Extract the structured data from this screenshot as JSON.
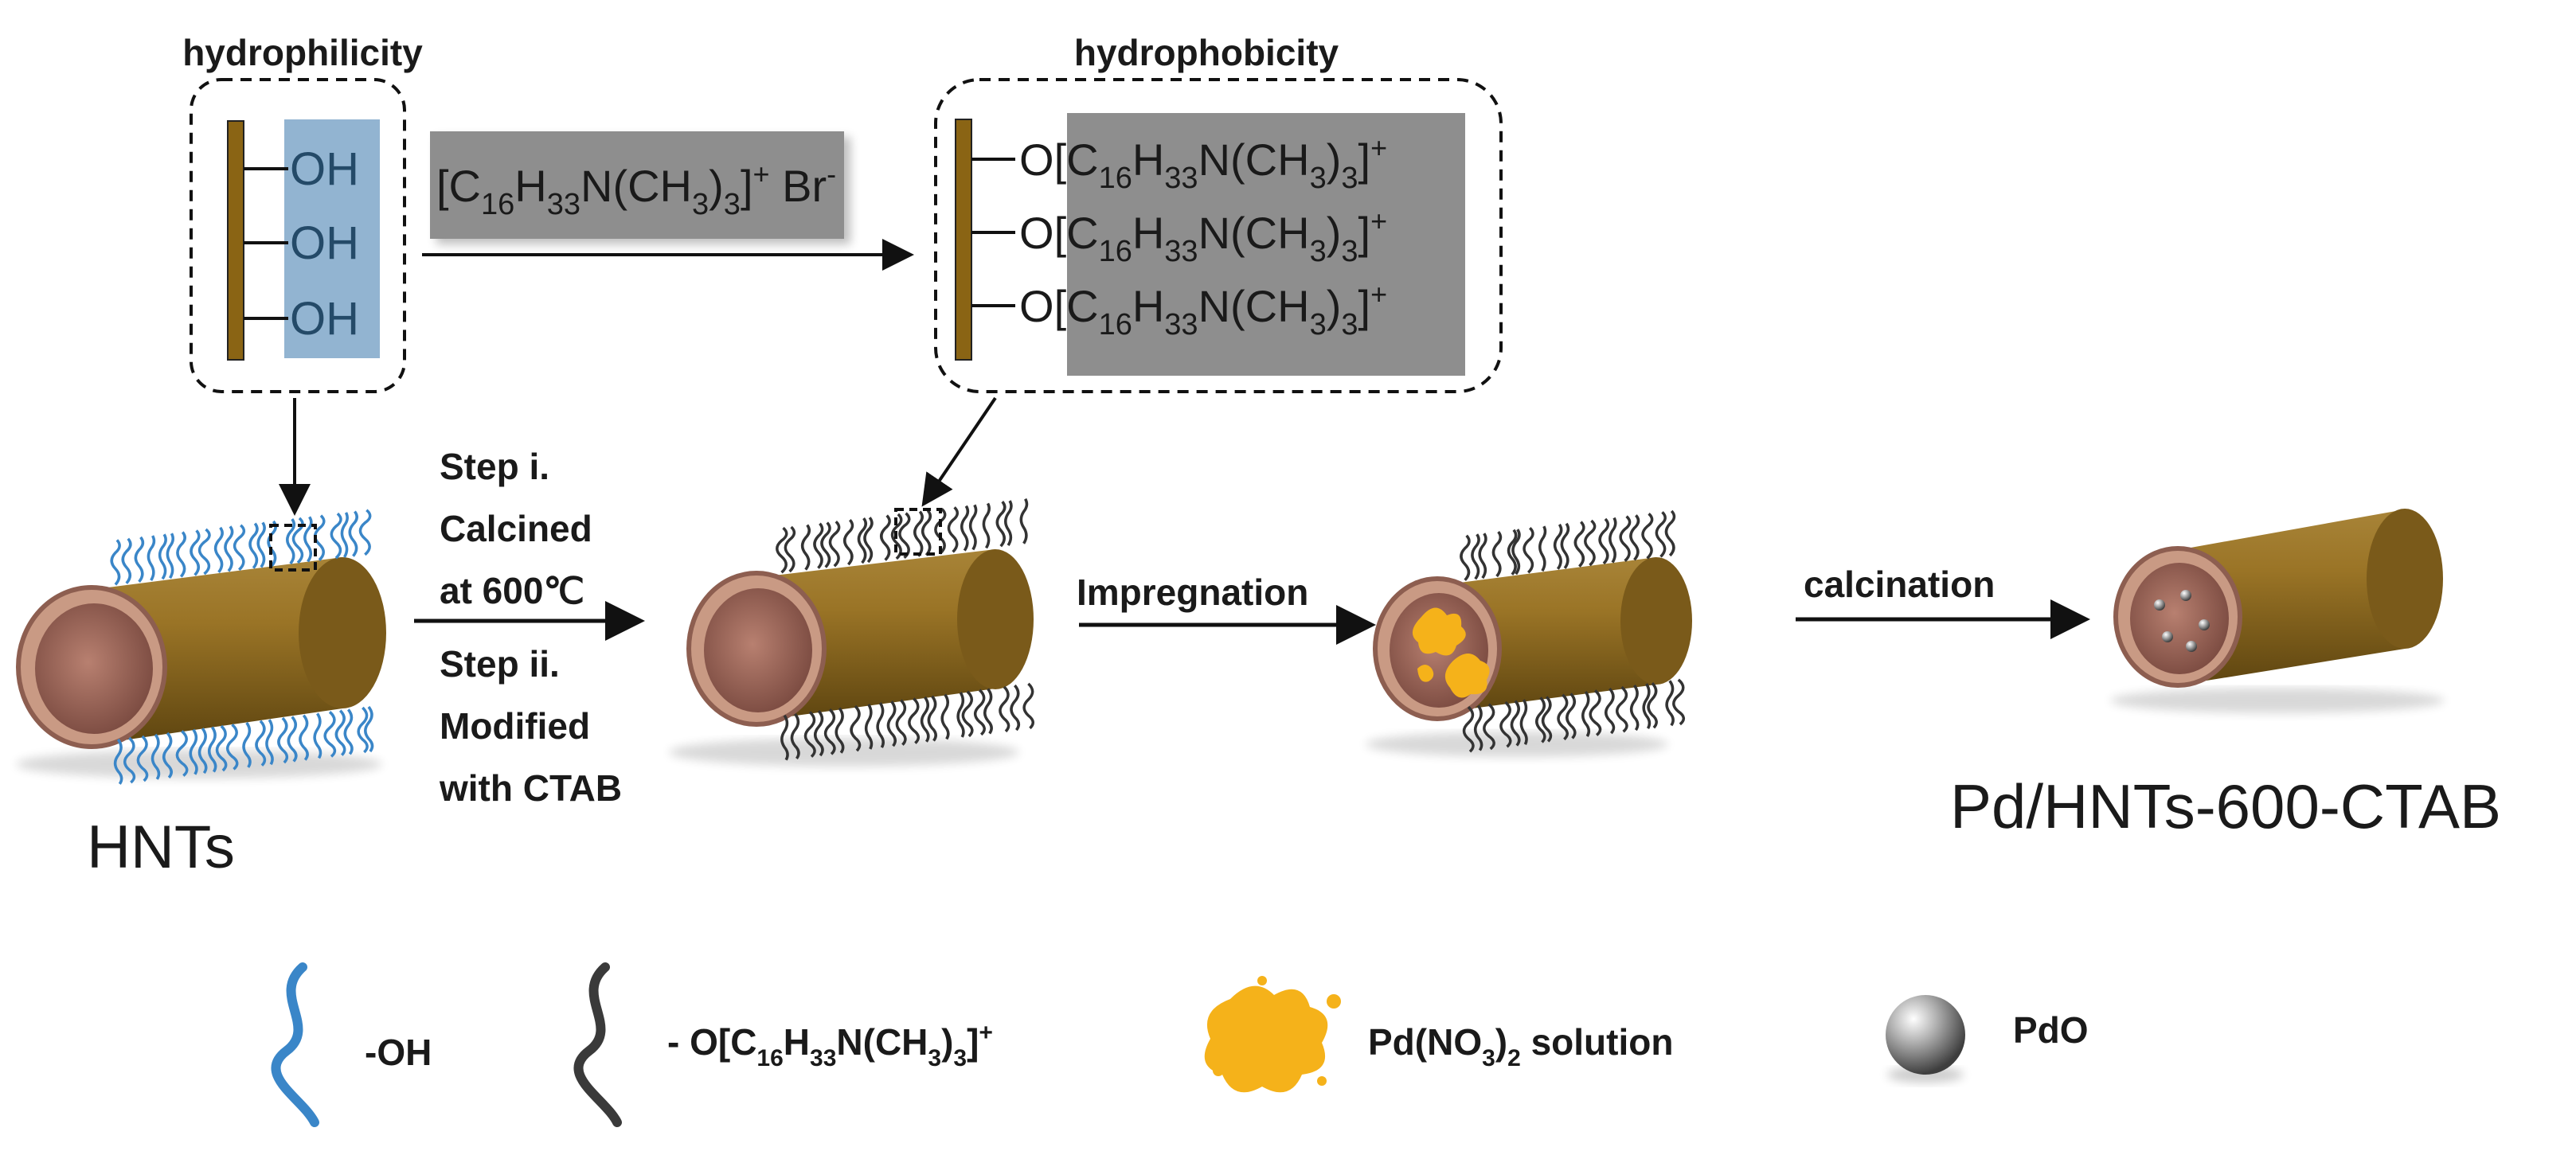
{
  "top": {
    "hydrophilicity_label": "hydrophilicity",
    "hydrophobicity_label": "hydrophobicity",
    "oh_groups": [
      "OH",
      "OH",
      "OH"
    ],
    "reagent": {
      "prefix": "[C",
      "sub16": "16",
      "h": "H",
      "sub33": "33",
      "mid": "N(CH",
      "sub3a": "3",
      "close1": ")",
      "sub3b": "3",
      "close2": "]",
      "charge": "+",
      "counterion": " Br",
      "counter_charge": "-"
    },
    "modified_groups": [
      {
        "o": "O",
        "text": "[C",
        "s1": "16",
        "h": "H",
        "s2": "33",
        "m": "N(CH",
        "s3": "3",
        "c1": ")",
        "s4": "3",
        "c2": "]",
        "ch": "+"
      },
      {
        "o": "O",
        "text": "[C",
        "s1": "16",
        "h": "H",
        "s2": "33",
        "m": "N(CH",
        "s3": "3",
        "c1": ")",
        "s4": "3",
        "c2": "]",
        "ch": "+"
      },
      {
        "o": "O",
        "text": "[C",
        "s1": "16",
        "h": "H",
        "s2": "33",
        "m": "N(CH",
        "s3": "3",
        "c1": ")",
        "s4": "3",
        "c2": "]",
        "ch": "+"
      }
    ]
  },
  "steps": {
    "step1_lines": [
      "Step i.",
      "Calcined",
      "at 600℃"
    ],
    "step2_lines": [
      "Step ii.",
      "Modified",
      "with CTAB"
    ],
    "impregnation": "Impregnation",
    "calcination": "calcination"
  },
  "labels": {
    "hnts": "HNTs",
    "product": "Pd/HNTs-600-CTAB"
  },
  "legend": {
    "oh": "-OH",
    "ctab_prefix": "- O[C",
    "ctab_s1": "16",
    "ctab_h": "H",
    "ctab_s2": "33",
    "ctab_m": "N(CH",
    "ctab_s3": "3",
    "ctab_c1": ")",
    "ctab_s4": "3",
    "ctab_c2": "]",
    "ctab_ch": "+",
    "pd_prefix": "Pd(NO",
    "pd_s1": "3",
    "pd_close": ")",
    "pd_s2": "2",
    "pd_suffix": " solution",
    "pdo": "PdO"
  },
  "colors": {
    "tube_outer": "#8a6a1c",
    "tube_inner": "#d4a08a",
    "oh_chain": "#3a86c8",
    "ctab_chain": "#333333",
    "pd_solution": "#f5b21a",
    "oh_highlight": "#7fa7c9",
    "reagent_box": "#8e8e8e",
    "wall": "#8a6414"
  }
}
